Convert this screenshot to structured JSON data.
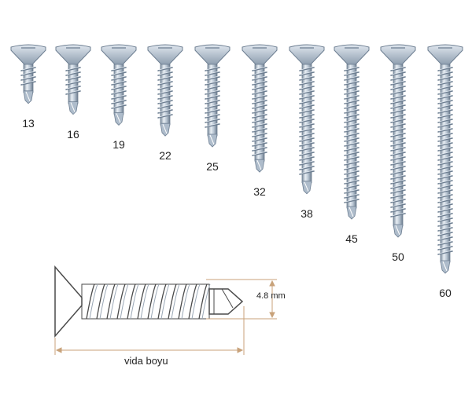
{
  "screws": [
    {
      "length_label": "13",
      "length_mm": 13
    },
    {
      "length_label": "16",
      "length_mm": 16
    },
    {
      "length_label": "19",
      "length_mm": 19
    },
    {
      "length_label": "22",
      "length_mm": 22
    },
    {
      "length_label": "25",
      "length_mm": 25
    },
    {
      "length_label": "32",
      "length_mm": 32
    },
    {
      "length_label": "38",
      "length_mm": 38
    },
    {
      "length_label": "45",
      "length_mm": 45
    },
    {
      "length_label": "50",
      "length_mm": 50
    },
    {
      "length_label": "60",
      "length_mm": 60
    }
  ],
  "diagram": {
    "diameter_label": "4.8 mm",
    "length_label": "vida boyu"
  },
  "colors": {
    "steel_light": "#e4ebf2",
    "steel_mid": "#aebccb",
    "steel_dark": "#6e7f92",
    "outline": "#4a4a4a",
    "dimension_line": "#c8a27a"
  }
}
